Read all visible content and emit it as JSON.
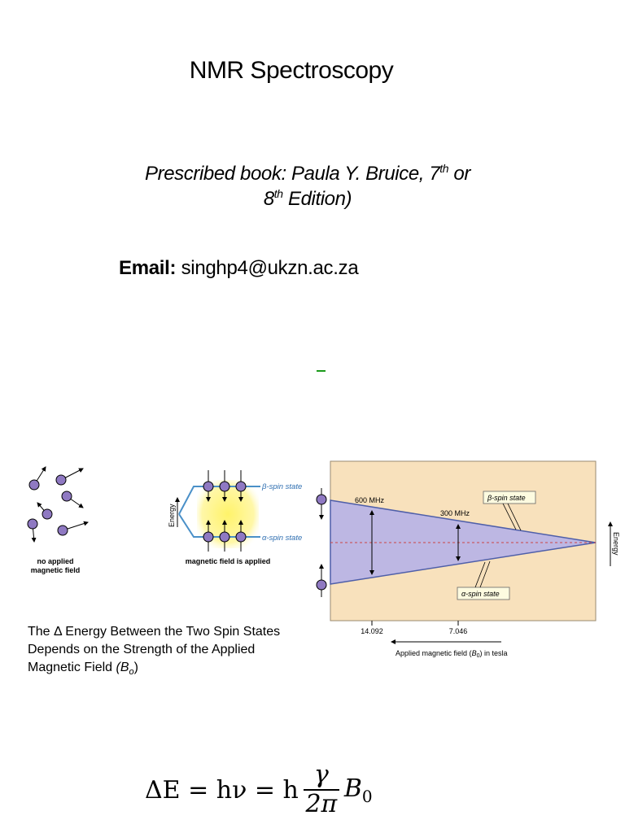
{
  "title": "NMR Spectroscopy",
  "book": {
    "line1_prefix": "Prescribed book: Paula Y. Bruice, 7",
    "line1_sup": "th",
    "line1_suffix": " or",
    "line2_prefix": "8",
    "line2_sup": "th",
    "line2_suffix": "  Edition)"
  },
  "email": {
    "label": "Email:",
    "value": " singhp4@ukzn.ac.za"
  },
  "figure_left": {
    "no_field_label_1": "no applied",
    "no_field_label_2": "magnetic field",
    "applied_label": "magnetic field is applied",
    "energy_axis": "Energy",
    "beta_label": "β-spin state",
    "alpha_label": "α-spin state"
  },
  "figure_right": {
    "freq_high": "600 MHz",
    "freq_low": "300 MHz",
    "beta_label": "β-spin state",
    "alpha_label": "α-spin state",
    "energy_axis": "Energy",
    "tick_1": "14.092",
    "tick_2": "7.046",
    "xlabel_prefix": "Applied magnetic field (",
    "xlabel_sym": "B",
    "xlabel_sub": "0",
    "xlabel_suffix": ") in tesla"
  },
  "caption": {
    "line1": "The Δ Energy Between the Two Spin States",
    "line2": "Depends on the Strength of the Applied",
    "line3_prefix": "Magnetic Field ",
    "line3_sym": "(B",
    "line3_sub": "o",
    "line3_suffix": ")"
  },
  "formula": {
    "lhs": "ΔE = hν = h",
    "numerator": "γ",
    "denominator": "2π",
    "rhs_sym": "B",
    "rhs_sub": "0"
  },
  "colors": {
    "spin_purple": "#8f79c2",
    "panel_bg": "#f8e1bc",
    "wedge_fill": "#bdb7e3",
    "wedge_edge": "#4f5fa9",
    "level_blue": "#4a90c8",
    "glow_yellow": "#fff36a",
    "dash_red": "#c44",
    "accent_green": "#1a9a1a"
  }
}
